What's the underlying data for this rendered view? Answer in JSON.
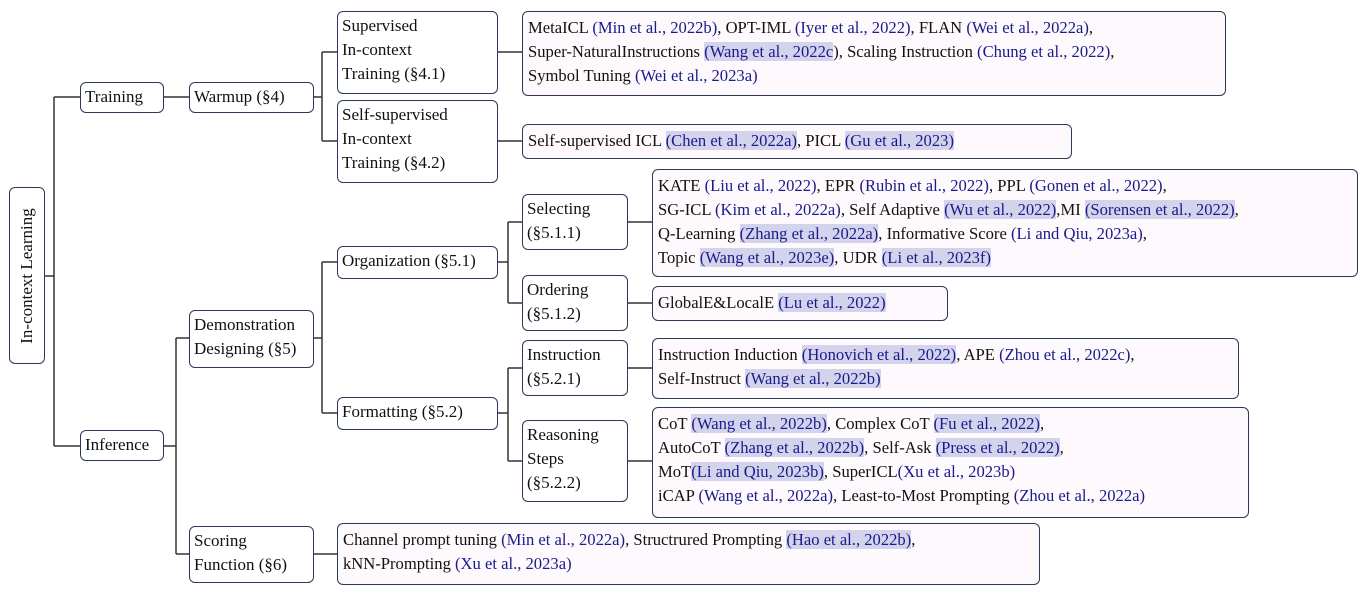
{
  "root": "In-context Learning",
  "nodes": {
    "training": "Training",
    "inference": "Inference",
    "warmup": "Warmup (§4)",
    "demo": "Demonstration\nDesigning (§5)",
    "scoring": "Scoring\nFunction (§6)",
    "supervised": "Supervised\nIn-context\nTraining (§4.1)",
    "selfsupervised": "Self-supervised\nIn-context\nTraining (§4.2)",
    "organization": "Organization (§5.1)",
    "formatting": "Formatting (§5.2)",
    "selecting": "Selecting\n(§5.1.1)",
    "ordering": "Ordering\n(§5.1.2)",
    "instruction": "Instruction\n(§5.2.1)",
    "reasoning": "Reasoning\nSteps\n(§5.2.2)"
  },
  "leaves": {
    "supervised": [
      [
        {
          "t": "MetaICL "
        },
        {
          "t": "(Min et al., 2022b)",
          "c": 1
        },
        {
          "t": ", OPT-IML "
        },
        {
          "t": "(Iyer et al., 2022)",
          "c": 1
        },
        {
          "t": ", FLAN "
        },
        {
          "t": "(Wei et al., 2022a)",
          "c": 1
        },
        {
          "t": ","
        }
      ],
      [
        {
          "t": "Super-NaturalInstructions "
        },
        {
          "t": "(Wang et al., 2022c",
          "c": 1,
          "h": 1
        },
        {
          "t": "), Scaling Instruction "
        },
        {
          "t": "(Chung et al., 2022)",
          "c": 1
        },
        {
          "t": ","
        }
      ],
      [
        {
          "t": "Symbol Tuning "
        },
        {
          "t": "(Wei et al., 2023a)",
          "c": 1
        }
      ]
    ],
    "selfsupervised": [
      [
        {
          "t": "Self-supervised ICL "
        },
        {
          "t": "(Chen et al., 2022a)",
          "c": 1,
          "h": 1
        },
        {
          "t": ", PICL "
        },
        {
          "t": "(Gu et al., 2023)",
          "c": 1,
          "h": 1
        }
      ]
    ],
    "selecting": [
      [
        {
          "t": "KATE "
        },
        {
          "t": "(Liu et al., 2022)",
          "c": 1
        },
        {
          "t": ", EPR "
        },
        {
          "t": "(Rubin et al., 2022)",
          "c": 1
        },
        {
          "t": ", PPL "
        },
        {
          "t": "(Gonen et al., 2022)",
          "c": 1
        },
        {
          "t": ","
        }
      ],
      [
        {
          "t": "SG-ICL "
        },
        {
          "t": "(Kim et al., 2022a)",
          "c": 1
        },
        {
          "t": ", Self Adaptive "
        },
        {
          "t": "(Wu et al., 2022)",
          "c": 1,
          "h": 1
        },
        {
          "t": ",MI "
        },
        {
          "t": "(Sorensen et al., 2022)",
          "c": 1,
          "h": 1
        },
        {
          "t": ","
        }
      ],
      [
        {
          "t": "Q-Learning "
        },
        {
          "t": "(Zhang et al., 2022a)",
          "c": 1,
          "h": 1
        },
        {
          "t": ", Informative Score "
        },
        {
          "t": "(Li and Qiu, 2023a)",
          "c": 1
        },
        {
          "t": ","
        }
      ],
      [
        {
          "t": "Topic "
        },
        {
          "t": "(Wang et al., 2023e)",
          "c": 1,
          "h": 1
        },
        {
          "t": ", UDR "
        },
        {
          "t": "(Li et al., 2023f)",
          "c": 1,
          "h": 1
        }
      ]
    ],
    "ordering": [
      [
        {
          "t": "GlobalE&LocalE "
        },
        {
          "t": "(Lu et al., 2022)",
          "c": 1,
          "h": 1
        }
      ]
    ],
    "instruction": [
      [
        {
          "t": "Instruction Induction "
        },
        {
          "t": "(Honovich et al., 2022)",
          "c": 1,
          "h": 1
        },
        {
          "t": ", APE "
        },
        {
          "t": "(Zhou et al., 2022c)",
          "c": 1
        },
        {
          "t": ","
        }
      ],
      [
        {
          "t": "Self-Instruct "
        },
        {
          "t": "(Wang et al., 2022b)",
          "c": 1,
          "h": 1
        }
      ]
    ],
    "reasoning": [
      [
        {
          "t": "CoT "
        },
        {
          "t": "(Wang et al., 2022b)",
          "c": 1,
          "h": 1
        },
        {
          "t": ", Complex CoT "
        },
        {
          "t": "(Fu et al., 2022)",
          "c": 1,
          "h": 1
        },
        {
          "t": ","
        }
      ],
      [
        {
          "t": "AutoCoT "
        },
        {
          "t": "(Zhang et al., 2022b)",
          "c": 1,
          "h": 1
        },
        {
          "t": ", Self-Ask "
        },
        {
          "t": "(Press et al., 2022)",
          "c": 1,
          "h": 1
        },
        {
          "t": ","
        }
      ],
      [
        {
          "t": "MoT"
        },
        {
          "t": "(Li and Qiu, 2023b)",
          "c": 1,
          "h": 1
        },
        {
          "t": ",  SuperICL"
        },
        {
          "t": "(Xu et al., 2023b)",
          "c": 1
        }
      ],
      [
        {
          "t": "iCAP "
        },
        {
          "t": "(Wang et al., 2022a)",
          "c": 1
        },
        {
          "t": ", Least-to-Most Prompting "
        },
        {
          "t": "(Zhou et al., 2022a)",
          "c": 1
        }
      ]
    ],
    "scoring": [
      [
        {
          "t": "Channel prompt tuning "
        },
        {
          "t": "(Min et al., 2022a)",
          "c": 1
        },
        {
          "t": ",  Structrured Prompting "
        },
        {
          "t": "(Hao et al., 2022b)",
          "c": 1,
          "h": 1
        },
        {
          "t": ","
        }
      ],
      [
        {
          "t": "kNN-Prompting "
        },
        {
          "t": "(Xu et al., 2023a)",
          "c": 1
        }
      ]
    ]
  }
}
